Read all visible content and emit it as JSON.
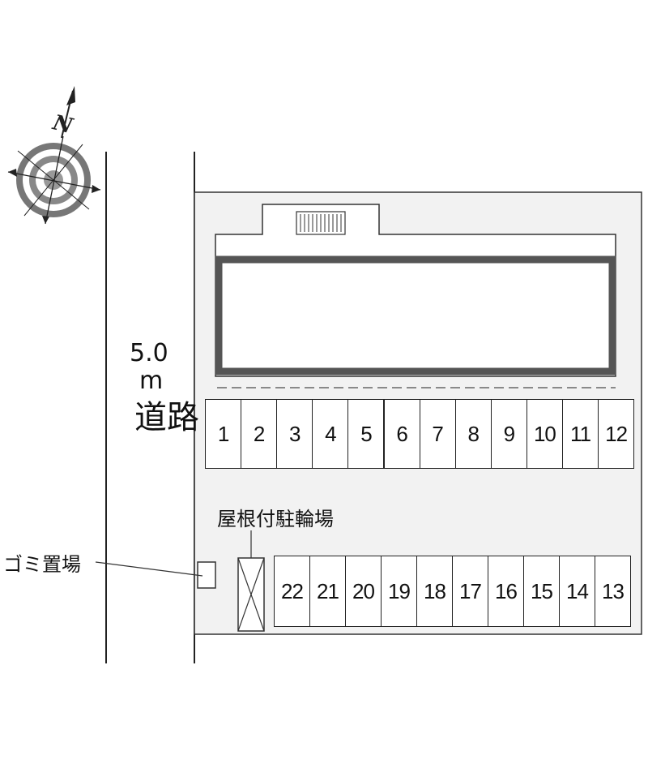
{
  "road": {
    "width_value": "5.0",
    "width_unit": "m",
    "name": "道路"
  },
  "compass": {
    "north_label": "N",
    "icon": "compass-rose-icon"
  },
  "building": {
    "icon": "apartment-building",
    "stairs_icon": "stairs-icon"
  },
  "parking_top_row": [
    "1",
    "2",
    "3",
    "4",
    "5",
    "6",
    "7",
    "8",
    "9",
    "10",
    "11",
    "12"
  ],
  "parking_bottom_row": [
    "22",
    "21",
    "20",
    "19",
    "18",
    "17",
    "16",
    "15",
    "14",
    "13"
  ],
  "bike_parking": {
    "label": "屋根付駐輪場",
    "icon": "bicycle-shelter-icon"
  },
  "garbage": {
    "label": "ゴミ置場",
    "icon": "garbage-area-icon"
  },
  "colors": {
    "lot_fill": "#f2f2f2",
    "building_outline": "#555555",
    "line": "#222222"
  }
}
